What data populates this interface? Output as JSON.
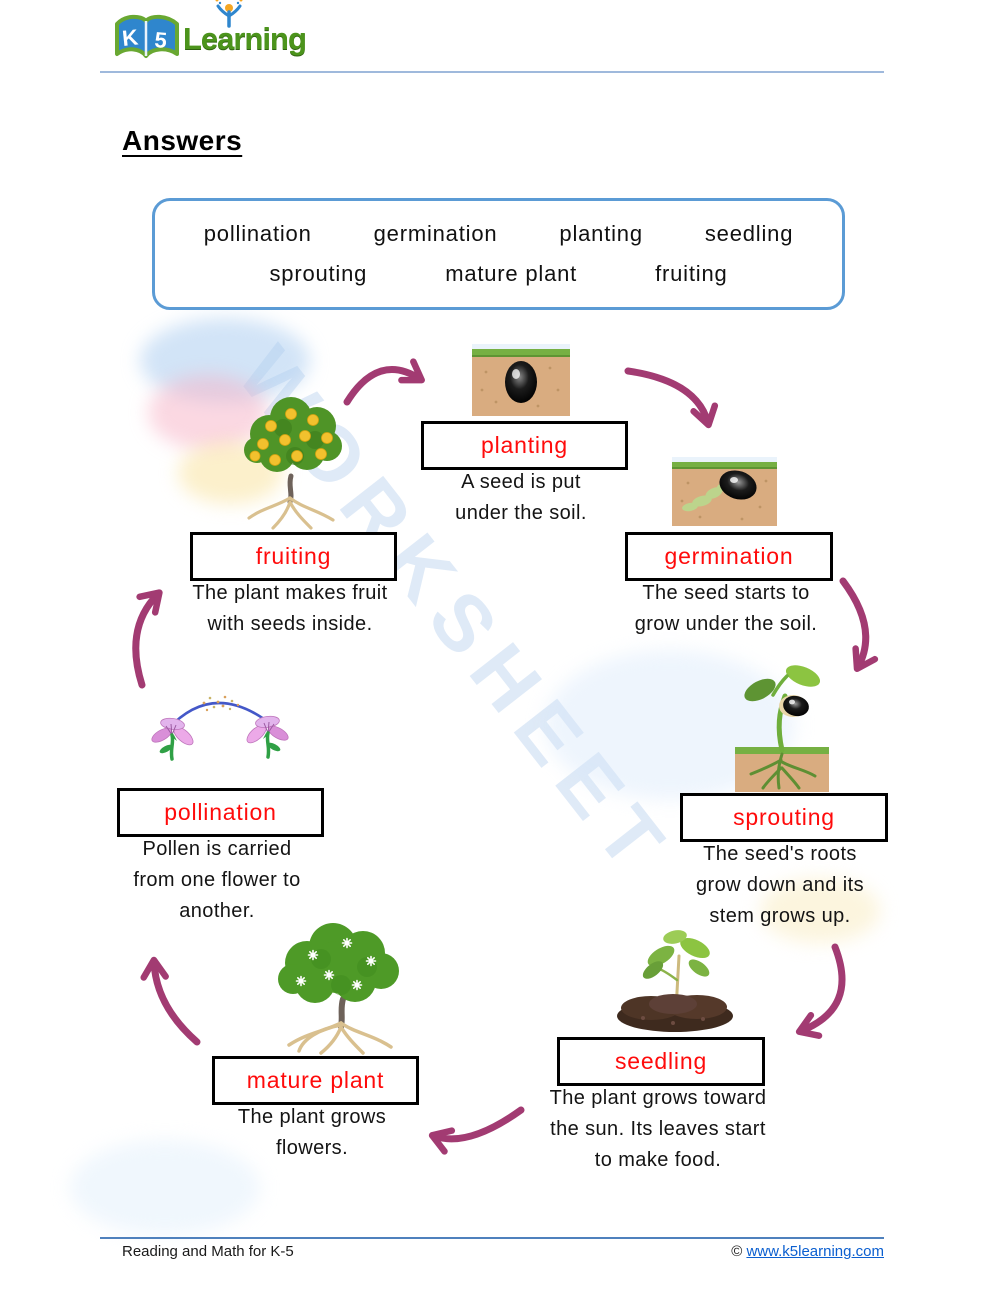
{
  "header": {
    "logo": {
      "k": "K",
      "five": "5",
      "learning": "Learning"
    }
  },
  "title": "Answers",
  "word_bank": {
    "row1": [
      "pollination",
      "germination",
      "planting",
      "seedling"
    ],
    "row2": [
      "sprouting",
      "mature plant",
      "fruiting"
    ]
  },
  "stages": {
    "planting": {
      "label": "planting",
      "line1": "A seed is put",
      "line2": "under the soil."
    },
    "germination": {
      "label": "germination",
      "line1": "The seed starts to",
      "line2": "grow under the soil."
    },
    "sprouting": {
      "label": "sprouting",
      "line1": "The seed's roots",
      "line2": "grow down and its",
      "line3": "stem grows up."
    },
    "seedling": {
      "label": "seedling",
      "line1": "The plant grows toward",
      "line2": "the sun. Its leaves start",
      "line3": "to make food."
    },
    "mature_plant": {
      "label": "mature plant",
      "line1": "The plant grows",
      "line2": "flowers."
    },
    "pollination": {
      "label": "pollination",
      "line1": "Pollen is carried",
      "line2": "from one flower to",
      "line3": "another."
    },
    "fruiting": {
      "label": "fruiting",
      "line1": "The plant makes fruit",
      "line2": "with seeds inside."
    }
  },
  "watermark": "WORKSHEET",
  "footer": {
    "left": "Reading and Math for K-5",
    "copyright": "© ",
    "link": "www.k5learning.com"
  },
  "colors": {
    "arrow": "#A23B72",
    "label_text": "#FF0B0B",
    "word_bank_border": "#5B9BD5",
    "footer_line": "#4F81BD",
    "link": "#0B5FD0"
  }
}
